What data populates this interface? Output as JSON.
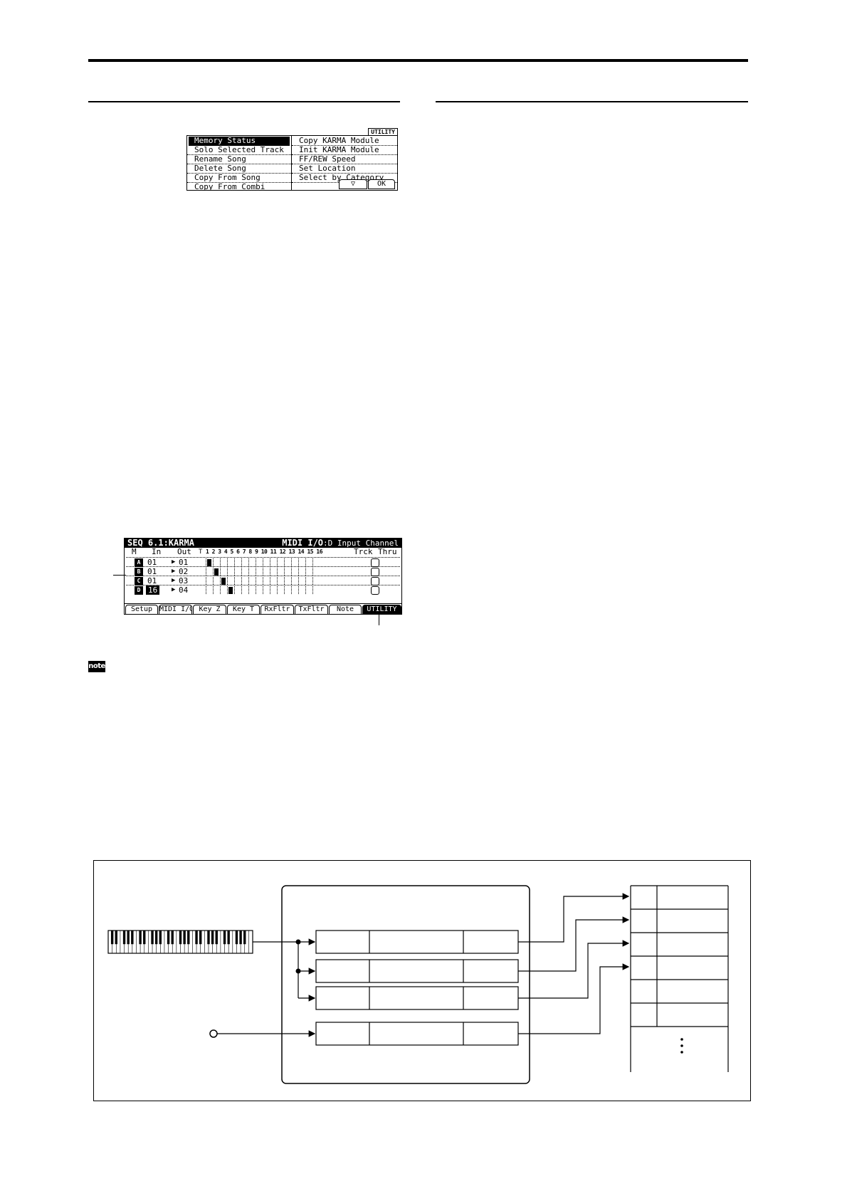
{
  "utility_menu": {
    "tab_label": "UTILITY",
    "left_items": [
      "Memory Status",
      "Solo Selected Track",
      "Rename Song",
      "Delete Song",
      "Copy From Song",
      "Copy From Combi"
    ],
    "right_items": [
      "Copy KARMA Module",
      "Init KARMA Module",
      "FF/REW Speed",
      "Set Location",
      "Select by Category"
    ],
    "selected_item": "Memory Status",
    "down_button": "▽",
    "ok_button": "OK"
  },
  "midi_lcd": {
    "page_title": "SEQ 6.1:KARMA",
    "page_name": "MIDI I/O",
    "param_name": ":D Input Channel",
    "columns": {
      "m": "M",
      "in": "In",
      "out": "Out",
      "t": "T",
      "trck": "Trck",
      "thru": "Thru"
    },
    "track_numbers": "1 2 3 4 5 6 7 8 9 10 11 12 13 14 15 16",
    "rows": [
      {
        "module": "A",
        "in": "01",
        "out": "01",
        "track": 1
      },
      {
        "module": "B",
        "in": "01",
        "out": "02",
        "track": 2
      },
      {
        "module": "C",
        "in": "01",
        "out": "03",
        "track": 3
      },
      {
        "module": "D",
        "in": "16",
        "out": "04",
        "track": 4
      }
    ],
    "highlighted_in_row": 3,
    "tabs": [
      "Setup",
      "MIDI I/O",
      "Key Z",
      "Key T",
      "RxFltr",
      "TxFltr",
      "Note",
      "UTILITY"
    ],
    "active_tab": "UTILITY"
  },
  "note_icon": {
    "label": "note"
  },
  "diagram": {
    "module_rows": 4,
    "track_rows": 6,
    "ellipsis": "⋮"
  }
}
